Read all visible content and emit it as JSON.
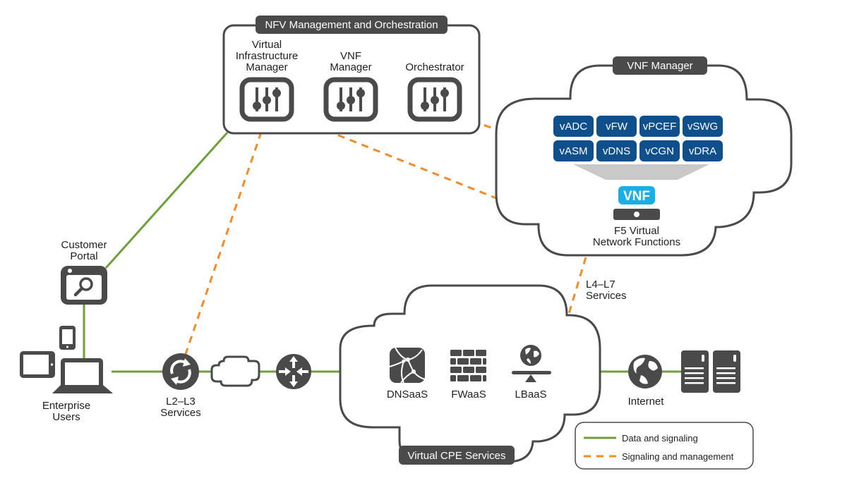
{
  "colors": {
    "data_line": "#6ea13a",
    "mgmt_line": "#f28c28",
    "icon_dark": "#4a4a4a",
    "vnf_tile": "#0e4f8c",
    "vnf_badge": "#1aaee6"
  },
  "nfv_mano": {
    "title": "NFV Management and Orchestration",
    "components": [
      {
        "label_lines": [
          "Virtual",
          "Infrastructure",
          "Manager"
        ],
        "icon": "sliders-icon"
      },
      {
        "label_lines": [
          "VNF",
          "Manager"
        ],
        "icon": "sliders-icon"
      },
      {
        "label_lines": [
          "Orchestrator"
        ],
        "icon": "sliders-icon"
      }
    ]
  },
  "vnf_manager": {
    "title": "VNF Manager",
    "functions": [
      "vADC",
      "vFW",
      "vPCEF",
      "vSWG",
      "vASM",
      "vDNS",
      "vCGN",
      "vDRA"
    ],
    "badge": "VNF",
    "caption_lines": [
      "F5 Virtual",
      "Network Functions"
    ]
  },
  "customer_portal": {
    "label_lines": [
      "Customer",
      "Portal"
    ],
    "icon": "browser-search-icon"
  },
  "enterprise_users": {
    "label_lines": [
      "Enterprise",
      "Users"
    ],
    "icons": [
      "tablet-icon",
      "phone-icon",
      "laptop-icon"
    ]
  },
  "l2_l3": {
    "label_lines": [
      "L2–L3",
      "Services"
    ],
    "icon": "sync-icon"
  },
  "l4_l7": {
    "label_lines": [
      "L4–L7",
      "Services"
    ]
  },
  "wan": {
    "icons": [
      "cloud-icon",
      "router-icon"
    ]
  },
  "vcpe": {
    "title": "Virtual CPE Services",
    "services": [
      {
        "label": "DNSaaS",
        "icon": "dns-network-icon"
      },
      {
        "label": "FWaaS",
        "icon": "firewall-icon"
      },
      {
        "label": "LBaaS",
        "icon": "load-balancer-icon"
      }
    ]
  },
  "internet": {
    "label": "Internet",
    "icons": [
      "globe-icon",
      "server-icon"
    ]
  },
  "legend": {
    "items": [
      {
        "label": "Data and signaling",
        "style": "solid"
      },
      {
        "label": "Signaling and management",
        "style": "dashed"
      }
    ]
  }
}
